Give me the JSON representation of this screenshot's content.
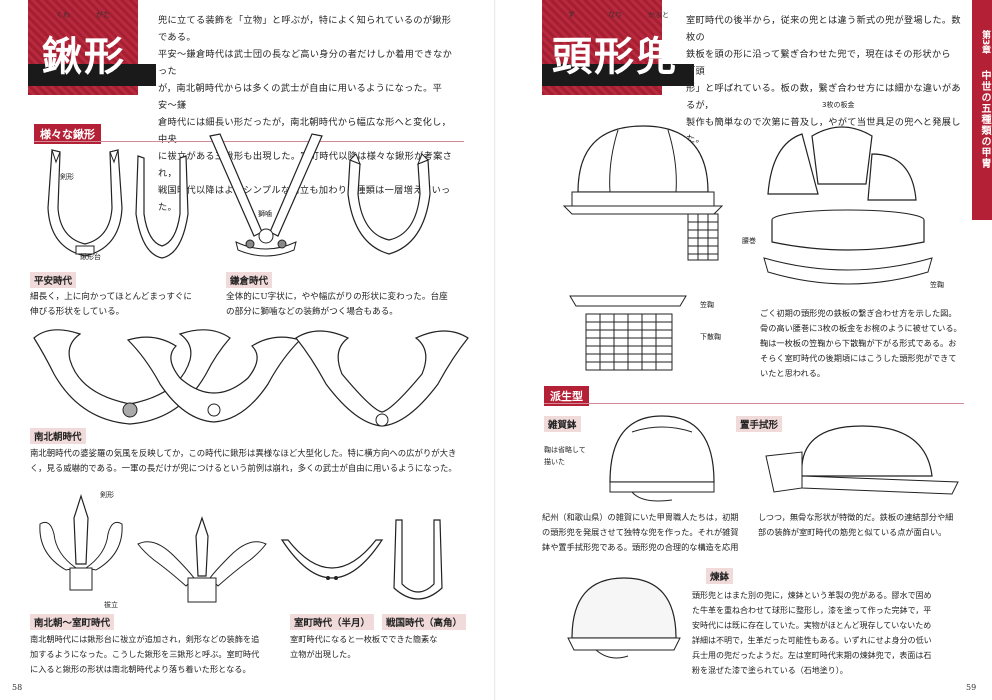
{
  "left": {
    "title": "鍬形",
    "title_ruby": [
      "くわ",
      "がた"
    ],
    "intro_lines": [
      "兜に立てる装飾を「立物」と呼ぶが，特によく知られているのが鍬形である。",
      "平安〜鎌倉時代は武士団の長など高い身分の者だけしか着用できなかった",
      "が，南北朝時代からは多くの武士が自由に用いるようになった。平安〜鎌",
      "倉時代には細長い形だったが，南北朝時代から幅広な形へと変化し，中央",
      "に祓立がある三鍬形も出現した。室町時代以降は様々な鍬形が考案され，",
      "戦国時代以降はよりシンプルな前立も加わり，種類は一層増えていった。"
    ],
    "section_title": "様々な鍬形",
    "labels": {
      "kengata": "剣形",
      "kuwagatadai": "鍬形台",
      "shishigashira": "獅噛",
      "kengata2": "剣形",
      "haraidate": "祓立"
    },
    "heian": {
      "label": "平安時代",
      "text": [
        "細長く，上に向かってほとんどまっすぐに",
        "伸びる形状をしている。"
      ]
    },
    "kamakura": {
      "label": "鎌倉時代",
      "text": [
        "全体的にU字状に，やや幅広がりの形状に変わった。台座",
        "の部分に獅噛などの装飾がつく場合もある。"
      ]
    },
    "nanboku": {
      "label": "南北朝時代",
      "text": [
        "南北朝時代の婆娑羅の気風を反映してか，この時代に鍬形は異様なほど大型化した。特に横方向への広がりが大き",
        "く，見る威嚇的である。一軍の長だけが兜につけるという前例は崩れ，多くの武士が自由に用いるようになった。"
      ]
    },
    "nanboku_muromachi": {
      "label": "南北朝〜室町時代",
      "text": [
        "南北朝時代には鍬形台に祓立が追加され，剣形などの装飾を追",
        "加するようになった。こうした鍬形を三鍬形と呼ぶ。室町時代",
        "に入ると鍬形の形状は南北朝時代より落ち着いた形となる。"
      ]
    },
    "muromachi": {
      "label": "室町時代（半月）",
      "text": [
        "室町時代になると一枚板でできた簡素な",
        "立物が出現した。"
      ]
    },
    "sengoku": {
      "label": "戦国時代（高角）"
    },
    "folio": "58"
  },
  "right": {
    "title": "頭形兜",
    "title_ruby": [
      "ず",
      "なり",
      "かぶと"
    ],
    "intro_lines": [
      "室町時代の後半から，従来の兜とは違う新式の兜が登場した。数枚の",
      "鉄板を頭の形に沿って繋ぎ合わせた兜で，現在はその形状から「頭",
      "形」と呼ばれている。板の数，繋ぎ合わせ方には細かな違いがあるが，",
      "製作も簡単なので次第に普及し，やがて当世具足の兜へと発展した。"
    ],
    "labels": {
      "three_plates": "3枚の板金",
      "koshimaki": "腰巻",
      "kasajikoro": "笠鞠",
      "kasajikoro2": "笠鞠",
      "shitajikoro": "下散鞠",
      "sketch_note": [
        "鞠は省略して",
        "描いた"
      ]
    },
    "structure_text": [
      "ごく初期の頭形兜の鉄板の繋ぎ合わせ方を示した図。",
      "骨の高い腰巻に3枚の板金をお椀のように被せている。",
      "鞠は一枚板の笠鞠から下散鞠が下がる形式である。お",
      "そらく室町時代の後期頃にはこうした頭形兜ができて",
      "いたと思われる。"
    ],
    "derived_section": "派生型",
    "saikabachi": {
      "label": "雑賀鉢"
    },
    "okitenugui": {
      "label": "置手拭形"
    },
    "derived_text_left": [
      "紀州（和歌山県）の雑賀にいた甲冑職人たちは，初期",
      "の頭形兜を発展させて独特な兜を作った。それが雑賀",
      "鉢や置手拭形兜である。頭形兜の合理的な構造を応用"
    ],
    "derived_text_right": [
      "しつつ，無骨な形状が特徴的だ。鉄板の連結部分や細",
      "部の装飾が室町時代の筋兜と似ている点が面白い。"
    ],
    "neribachi": {
      "label": "煉鉢",
      "text": [
        "頭形兜とはまた別の兜に，煉鉢という革製の兜がある。膠水で固め",
        "た牛革を重ね合わせて球形に整形し，漆を塗って作った完鉢で，平",
        "安時代には既に存在していた。実物がほとんど現存していないため",
        "詳細は不明で，生革だった可能性もある。いずれにせよ身分の低い",
        "兵士用の兜だったようだ。左は室町時代末期の煉鉢兜で，表面は石",
        "粉を混ぜた漆で塗られている（石地塗り）。"
      ]
    },
    "chapter": {
      "number": "第3章",
      "title": "中世の五種類の甲冑"
    },
    "folio": "59"
  }
}
